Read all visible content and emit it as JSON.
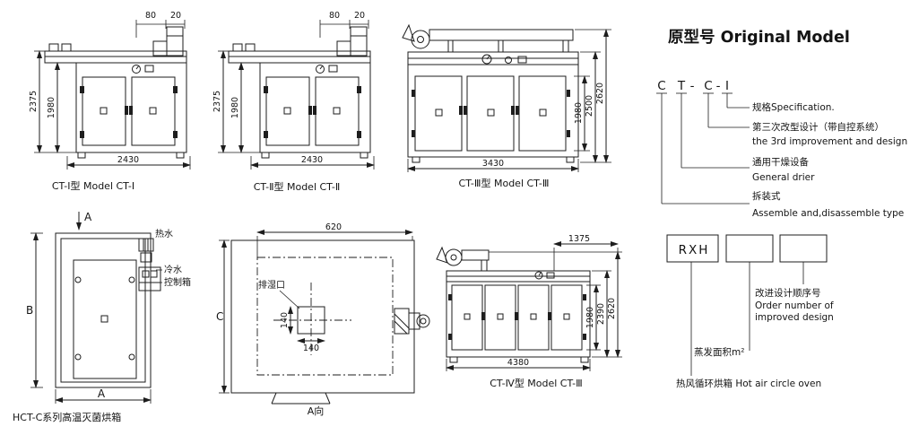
{
  "title": "原型号 Original Model",
  "ct1": {
    "caption": "CT-Ⅰ型 Model CT-Ⅰ",
    "dim_top_a": "80",
    "dim_top_b": "20",
    "dim_h_outer": "2375",
    "dim_h_inner": "1980",
    "dim_w": "2430"
  },
  "ct2": {
    "caption": "CT-Ⅱ型 Model CT-Ⅱ",
    "dim_top_a": "80",
    "dim_top_b": "20",
    "dim_h_outer": "2375",
    "dim_h_inner": "1980",
    "dim_w": "2430"
  },
  "ct3": {
    "caption": "CT-Ⅲ型 Model CT-Ⅲ",
    "dim_h1": "1980",
    "dim_h2": "2500",
    "dim_h3": "2620",
    "dim_w": "3430"
  },
  "ct4": {
    "caption": "CT-Ⅳ型 Model CT-Ⅲ",
    "dim_top": "1375",
    "dim_h1": "1980",
    "dim_h2": "2390",
    "dim_h3": "2620",
    "dim_w": "4380"
  },
  "hct": {
    "caption": "HCT-C系列高温灭菌烘箱",
    "view_label": "A",
    "dim_height": "B",
    "dim_width": "A",
    "hot_water": "热水",
    "cold_water": "冷水",
    "control_box": "控制箱"
  },
  "top_view": {
    "caption": "A向",
    "dim_width": "620",
    "dim_depth": "C",
    "vent_w": "140",
    "vent_h": "140",
    "vent_label": "排湿口"
  },
  "model_code": {
    "letters": [
      "C",
      "T",
      "-",
      "C",
      "-",
      "I"
    ],
    "annotations": [
      "规格Specification.",
      "第三次改型设计（带自控系统）",
      "the 3rd improvement and design",
      "通用干燥设备",
      "General drier",
      "拆装式",
      "Assemble and,disassemble type"
    ]
  },
  "rxh": {
    "box_label": "RXH",
    "ann_order": [
      "改进设计顺序号",
      "Order number of",
      "improved design"
    ],
    "ann_area": "蒸发面积m²",
    "ann_oven": "热风循环烘箱 Hot air circle oven"
  }
}
